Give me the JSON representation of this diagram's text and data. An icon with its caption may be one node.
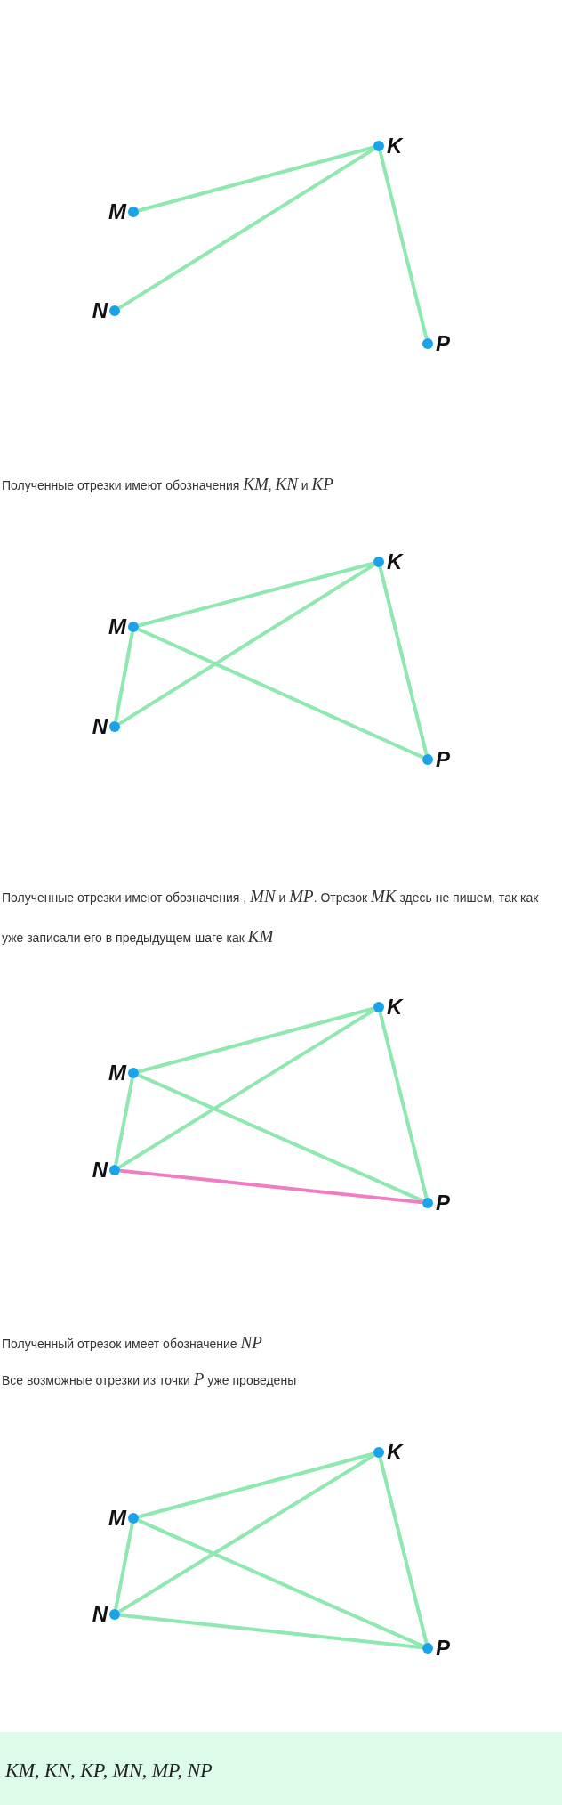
{
  "diagram": {
    "nodes": [
      {
        "text": [
          "K"
        ]
      },
      {
        "text": [
          "M"
        ]
      },
      {
        "text": [
          "N"
        ]
      },
      {
        "text": [
          "P"
        ]
      },
      {
        "text": [
          "K"
        ]
      },
      {
        "text": [
          "M"
        ]
      },
      {
        "text": [
          "N"
        ]
      },
      {
        "text": [
          "P"
        ]
      },
      {
        "text": [
          "K"
        ]
      },
      {
        "text": [
          "M"
        ]
      },
      {
        "text": [
          "N"
        ]
      },
      {
        "text": [
          "P"
        ]
      },
      {
        "text": [
          "K"
        ]
      },
      {
        "text": [
          "M"
        ]
      },
      {
        "text": [
          "N"
        ]
      },
      {
        "text": [
          "P"
        ]
      },
      {
        "text": [
          "*KM*, *KN*, *KP*, *MN*, *MP*, *NP*"
        ]
      }
    ],
    "edges": [
      {
        "from": 1,
        "to": 0,
        "arrow": "none"
      },
      {
        "from": 2,
        "to": 0,
        "arrow": "none"
      },
      {
        "from": 0,
        "to": 3,
        "arrow": "none"
      },
      {
        "from": 5,
        "to": 4,
        "arrow": "none"
      },
      {
        "from": 6,
        "to": 4,
        "arrow": "none"
      },
      {
        "from": 4,
        "to": 7,
        "arrow": "none"
      },
      {
        "from": 5,
        "to": 6,
        "arrow": "none"
      },
      {
        "from": 5,
        "to": 7,
        "arrow": "none"
      },
      {
        "from": 9,
        "to": 8,
        "arrow": "none"
      },
      {
        "from": 10,
        "to": 8,
        "arrow": "none"
      },
      {
        "from": 8,
        "to": 11,
        "arrow": "none"
      },
      {
        "from": 9,
        "to": 10,
        "arrow": "none"
      },
      {
        "from": 9,
        "to": 11,
        "arrow": "none"
      },
      {
        "from": 10,
        "to": 11,
        "arrow": "none",
        "color": "#f07cc4"
      },
      {
        "from": 13,
        "to": 12,
        "arrow": "none"
      },
      {
        "from": 14,
        "to": 12,
        "arrow": "none"
      },
      {
        "from": 12,
        "to": 15,
        "arrow": "none"
      },
      {
        "from": 13,
        "to": 14,
        "arrow": "none"
      },
      {
        "from": 13,
        "to": 15,
        "arrow": "none"
      },
      {
        "from": 14,
        "to": 15,
        "arrow": "none"
      }
    ],
    "labels": [
      "Полученные отрезки имеют обозначения *KM*, *KN* и *KP*",
      "Полученные отрезки имеют обозначения , *MN* и *MP*. Отрезок *MK* здесь не пишем, так как уже записали его в предыдущем шаге как *KM*",
      "Полученный отрезок имеет обозначение *NP*",
      "Все возможные отрезки из точки *P* уже проведены"
    ]
  }
}
